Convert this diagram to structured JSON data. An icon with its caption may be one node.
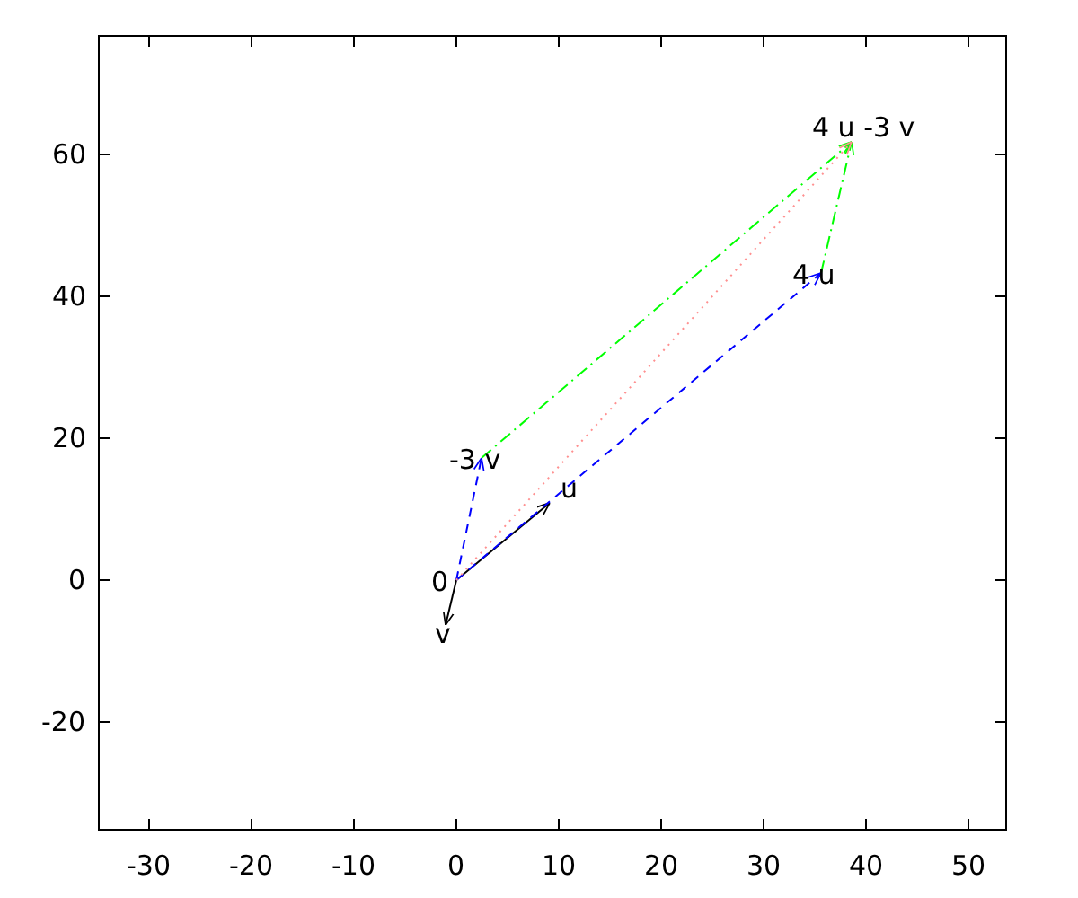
{
  "diagram": {
    "nodes": [
      {
        "text": [
          "0"
        ]
      },
      {
        "text": [
          "u"
        ]
      },
      {
        "text": [
          "v"
        ]
      },
      {
        "text": [
          "-3 v"
        ]
      },
      {
        "text": [
          "4 u"
        ]
      },
      {
        "text": [
          "4 u -3 v"
        ]
      }
    ],
    "edges": [
      {
        "from": 0,
        "to": 1,
        "arrow": "to"
      },
      {
        "from": 0,
        "to": 2,
        "arrow": "to"
      },
      {
        "from": 0,
        "to": 3,
        "arrow": "to",
        "style": "dashed",
        "color": "#0000ff"
      },
      {
        "from": 0,
        "to": 4,
        "arrow": "to",
        "style": "dashed",
        "color": "#0000ff"
      },
      {
        "from": 3,
        "to": 5,
        "arrow": "to",
        "style": "dashed",
        "color": "#00ff00"
      },
      {
        "from": 4,
        "to": 5,
        "arrow": "to",
        "style": "dashed",
        "color": "#00ff00"
      },
      {
        "from": 0,
        "to": 5,
        "arrow": "to",
        "style": "dashed",
        "color": "#ff9090"
      }
    ],
    "labels": [
      "60",
      "40",
      "20",
      "0",
      "-20",
      "-30",
      "-20",
      "-10",
      "0",
      "10",
      "20",
      "30",
      "40",
      "50"
    ]
  }
}
